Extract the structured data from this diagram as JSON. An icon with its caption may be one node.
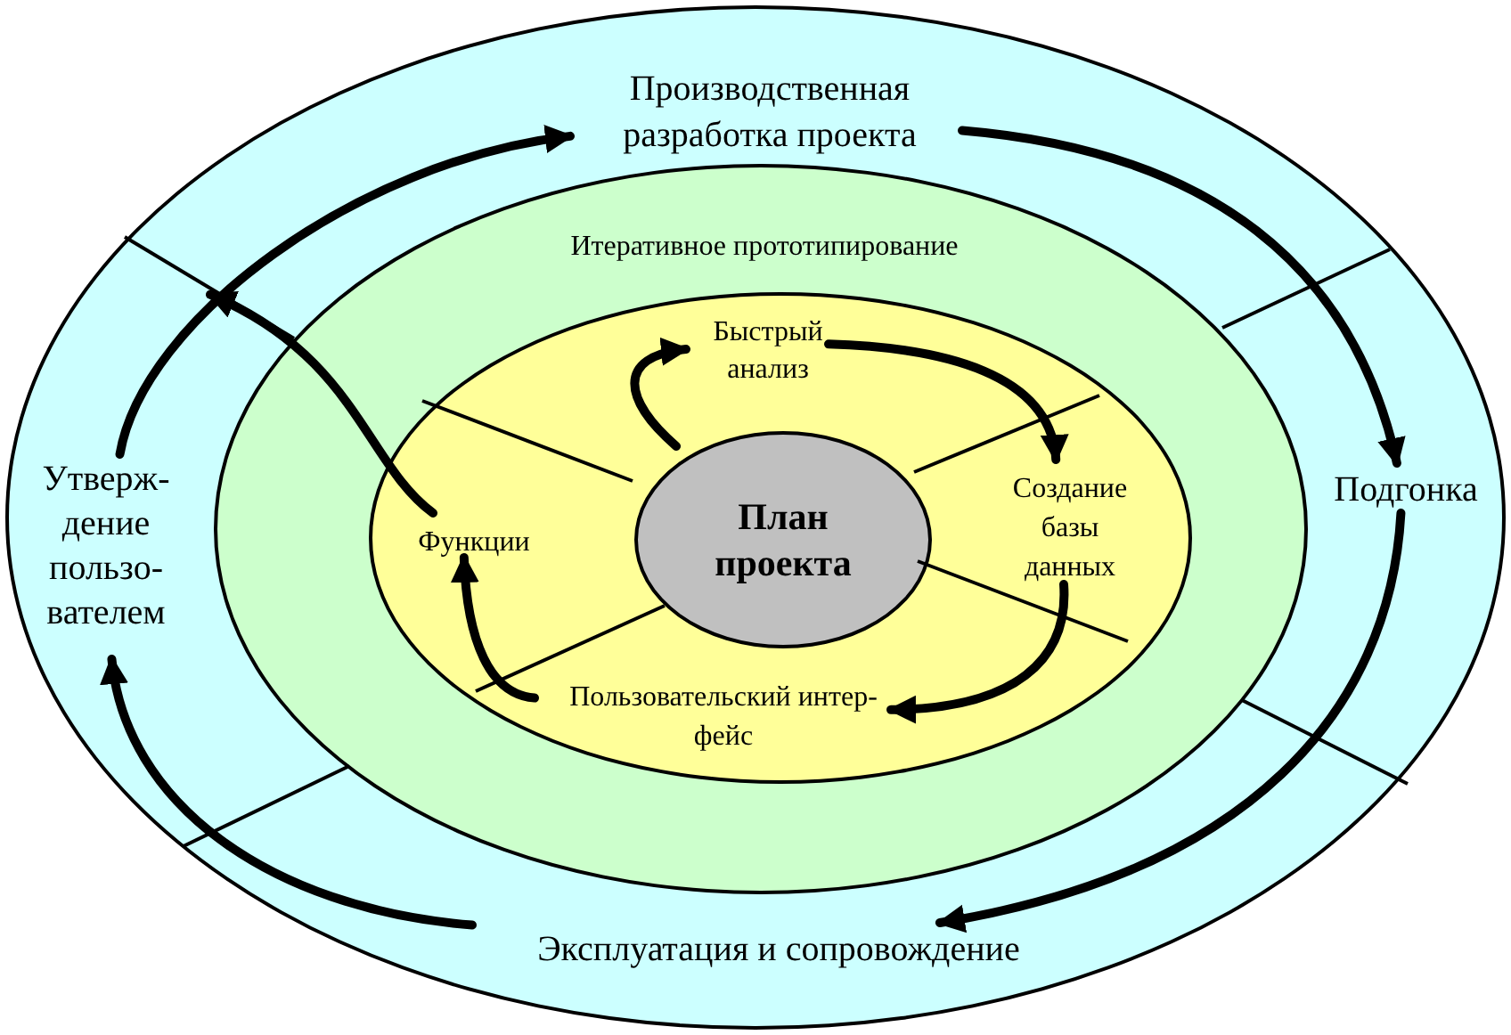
{
  "diagram": {
    "nodes": [
      {
        "text": [],
        "shape": "ellipse"
      },
      {
        "text": [
          "Производственная разработка проекта"
        ],
        "in": 0
      },
      {
        "text": [
          "Подгонка"
        ],
        "in": 0
      },
      {
        "text": [
          "Эксплуатация и сопровождение"
        ],
        "in": 0
      },
      {
        "text": [
          "Утверж-дение пользо-вателем"
        ],
        "in": 0
      },
      {
        "text": [
          "Итеративное прототипирование"
        ],
        "in": 0
      },
      {
        "text": [],
        "shape": "ellipse",
        "in": 5
      },
      {
        "text": [
          "Быстрый анализ"
        ],
        "in": 6
      },
      {
        "text": [
          "Создание базы данных"
        ],
        "in": 6
      },
      {
        "text": [
          "Пользовательский интер-фейс"
        ],
        "in": 6
      },
      {
        "text": [
          "Функции"
        ],
        "in": 6
      },
      {
        "text": [
          "План проекта"
        ],
        "in": 6
      }
    ],
    "edges": [
      {
        "from": 4,
        "to": 1,
        "arrow": "to"
      },
      {
        "from": 1,
        "to": 2,
        "arrow": "to"
      },
      {
        "from": 2,
        "to": 3,
        "arrow": "to"
      },
      {
        "from": 3,
        "to": 4,
        "arrow": "to"
      },
      {
        "from": 10,
        "to": 5,
        "arrow": "to"
      },
      {
        "from": 11,
        "to": 7,
        "arrow": "to"
      },
      {
        "from": 7,
        "to": 8,
        "arrow": "to"
      },
      {
        "from": 8,
        "to": 9,
        "arrow": "to"
      },
      {
        "from": 9,
        "to": 10,
        "arrow": "to"
      }
    ]
  }
}
